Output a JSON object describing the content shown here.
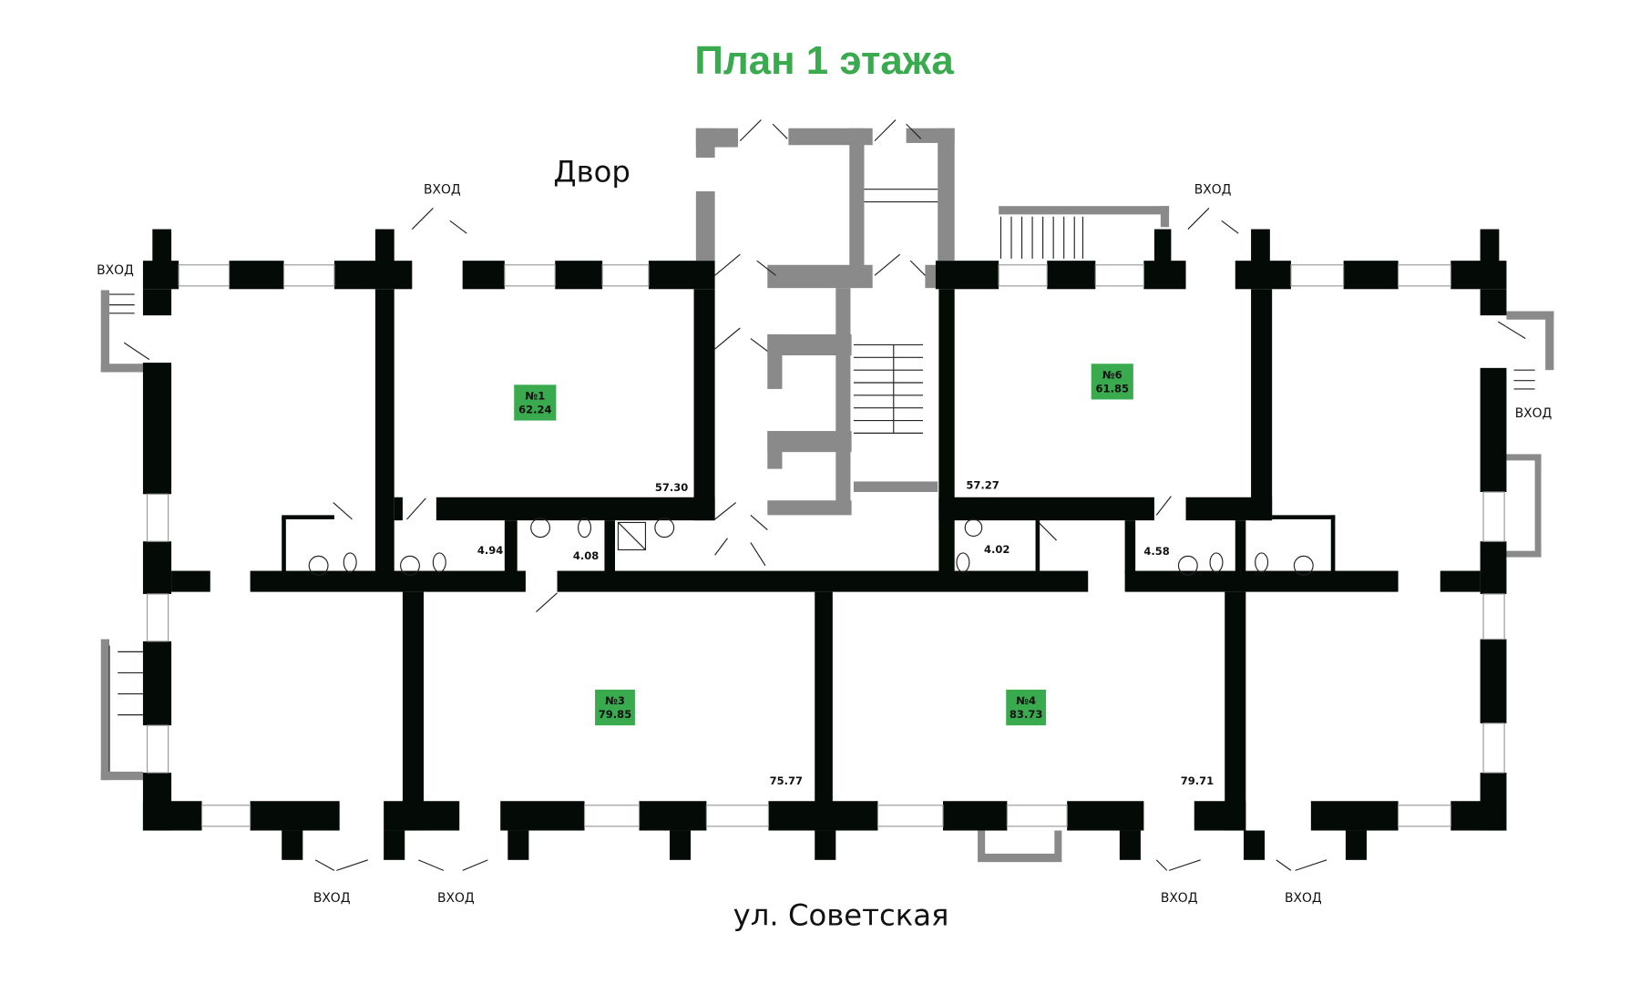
{
  "title": "План 1 этажа",
  "labels": {
    "courtyard": "Двор",
    "street": "ул. Советская",
    "entrance": "ВХОД"
  },
  "units": [
    {
      "number": "№1",
      "area": "62.24"
    },
    {
      "number": "№6",
      "area": "61.85"
    },
    {
      "number": "№3",
      "area": "79.85"
    },
    {
      "number": "№4",
      "area": "83.73"
    }
  ],
  "room_areas": [
    "57.30",
    "57.27",
    "75.77",
    "79.71",
    "4.94",
    "4.08",
    "4.02",
    "4.58"
  ],
  "colors": {
    "accent": "#3aaa4f",
    "wall": "#040b07",
    "stair": "#8a8a8a"
  }
}
